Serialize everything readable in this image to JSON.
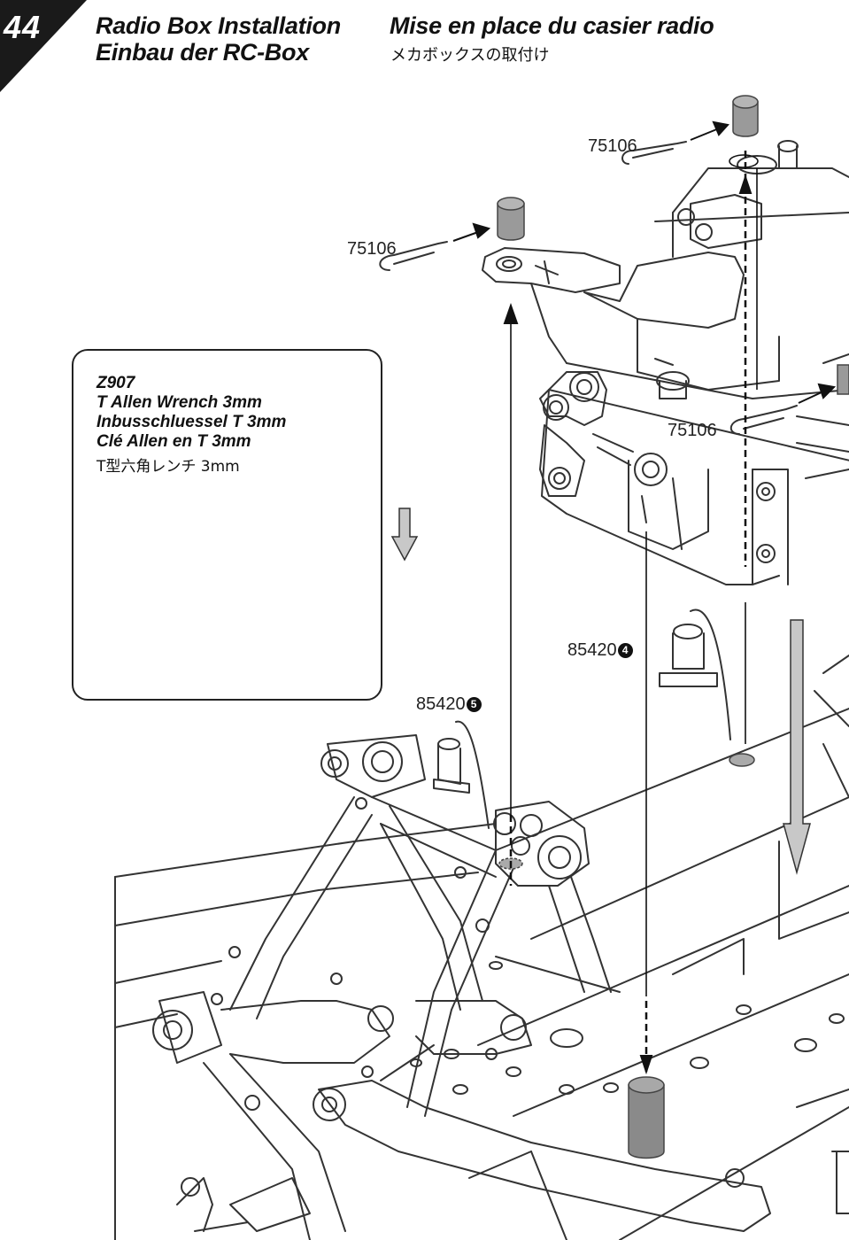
{
  "step": {
    "number": "44"
  },
  "titles": {
    "en": "Radio Box Installation",
    "de": "Einbau der RC-Box",
    "fr": "Mise en place du casier radio",
    "jp": "メカボックスの取付け"
  },
  "tool": {
    "code": "Z907",
    "en": "T Allen Wrench 3mm",
    "de": "Inbusschluessel T 3mm",
    "fr": "Clé Allen en T 3mm",
    "jp": "T型六角レンチ 3mm"
  },
  "parts": {
    "clip_top": "75106",
    "clip_left": "75106",
    "clip_right": "75106",
    "post_right_code": "85420",
    "post_right_num": "4",
    "post_left_code": "85420",
    "post_left_num": "5"
  }
}
